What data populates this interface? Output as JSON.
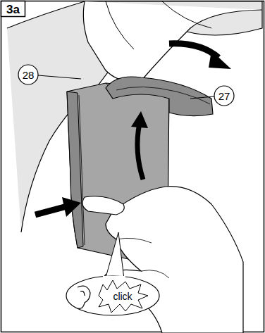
{
  "diagram": {
    "labels": [
      "3a",
      "27",
      "28",
      "click"
    ]
  }
}
